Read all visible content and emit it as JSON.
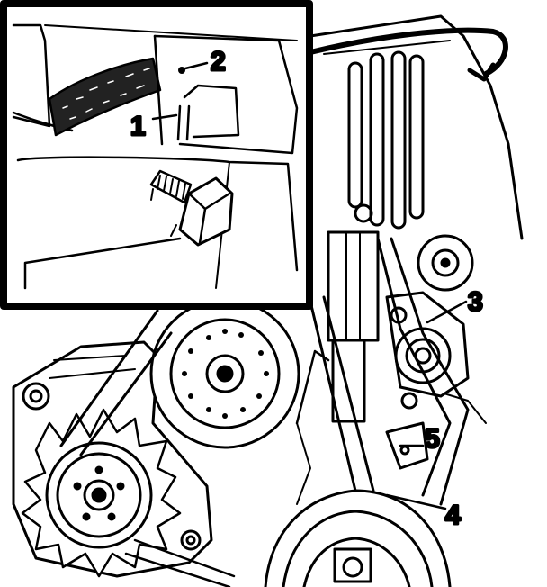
{
  "diagram": {
    "callouts": [
      {
        "id": "1",
        "text": "1"
      },
      {
        "id": "2",
        "text": "2"
      },
      {
        "id": "3",
        "text": "3"
      },
      {
        "id": "4",
        "text": "4"
      },
      {
        "id": "5",
        "text": "5"
      }
    ],
    "colors": {
      "ink": "#000000",
      "paper": "#ffffff"
    },
    "parts": [
      "inset-detail",
      "alternator",
      "water-pump-pulley",
      "tensioner-pulley",
      "crankshaft-pulley",
      "drive-belt",
      "adjuster-bracket",
      "engine-block"
    ]
  }
}
